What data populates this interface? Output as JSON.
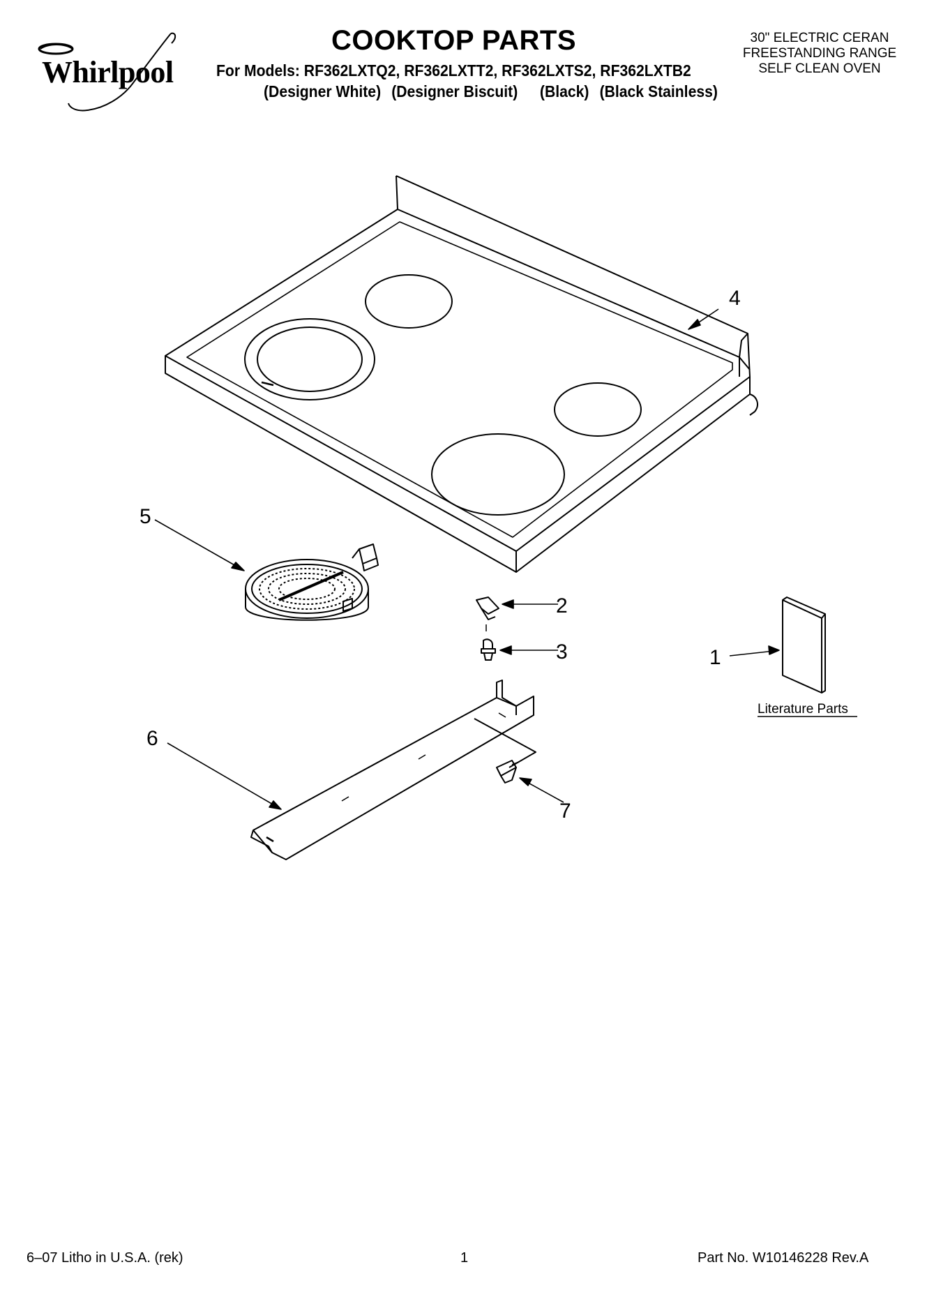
{
  "header": {
    "brand": "Whirlpool",
    "title": "COOKTOP PARTS",
    "models_prefix": "For Models:",
    "models": "RF362LXTQ2, RF362LXTT2, RF362LXTS2, RF362LXTB2",
    "variants": [
      "(Designer White)",
      "(Designer Biscuit)",
      "(Black)",
      "(Black Stainless)"
    ],
    "product_description": [
      "30\" ELECTRIC CERAN",
      "FREESTANDING RANGE",
      "SELF CLEAN OVEN"
    ]
  },
  "diagram": {
    "callouts": [
      "1",
      "2",
      "3",
      "4",
      "5",
      "6",
      "7"
    ],
    "literature_label": "Literature Parts"
  },
  "footer": {
    "left": "6–07 Litho in U.S.A. (rek)",
    "page_number": "1",
    "part_number": "Part No. W10146228 Rev.A"
  }
}
